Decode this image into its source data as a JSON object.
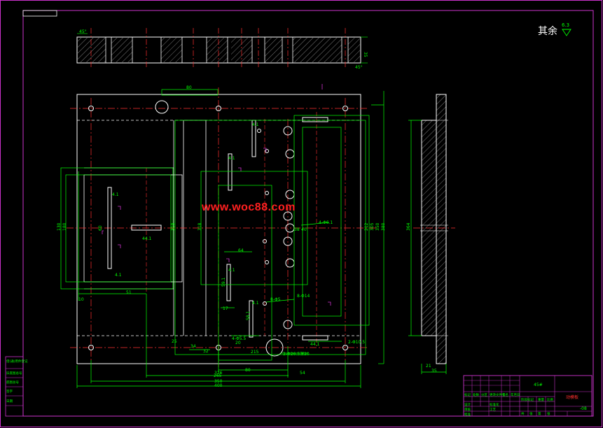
{
  "watermark": "www.woc88.com",
  "roughness": {
    "label": "其余",
    "value": "6.3"
  },
  "top_view": {
    "left_dim": "45°",
    "right_dim": "45°",
    "thk": "35"
  },
  "front_view": {
    "dims_top": [
      "80"
    ],
    "dims_left": [
      "130",
      "180",
      "60",
      "10"
    ],
    "dims_mid": [
      "318",
      "318",
      "64",
      "44.1",
      "17",
      "51",
      "44.1",
      "59.1",
      "58.1"
    ],
    "dims_right": [
      "4-Φ6.1",
      "212",
      "305",
      "350",
      "380",
      "2-Φ10.5",
      "8-Φ14",
      "8-Φ5",
      "4-Φ5.5",
      "2-Φ26.5深20"
    ],
    "dims_bottom": [
      "34",
      "32",
      "20",
      "215",
      "80",
      "265",
      "54",
      "326",
      "350",
      "400"
    ],
    "small": [
      "40",
      "38",
      "4.1",
      "4.1",
      "4.1",
      "4.1",
      "4.1",
      "4.1",
      "25"
    ]
  },
  "side_view": {
    "height_dim": "364",
    "thk1": "21",
    "thk2": "35"
  },
  "title_block": {
    "material": "45#",
    "part_name": "动模板",
    "drawing_no": "-08",
    "cells_left": [
      "标记",
      "处数",
      "分区",
      "更改文件号",
      "签名",
      "年月日"
    ],
    "cells_row2": [
      "设计",
      "",
      "标准化",
      ""
    ],
    "cells_row3": [
      "审核",
      "",
      "工艺",
      "批准"
    ],
    "stage": [
      "阶段标记",
      "重量",
      "比例"
    ],
    "sheet": [
      "共",
      "张",
      "第",
      "张"
    ]
  },
  "side_strip": [
    "借(通)用件登记",
    "旧底图总号",
    "底图总号",
    "签字",
    "日期"
  ]
}
